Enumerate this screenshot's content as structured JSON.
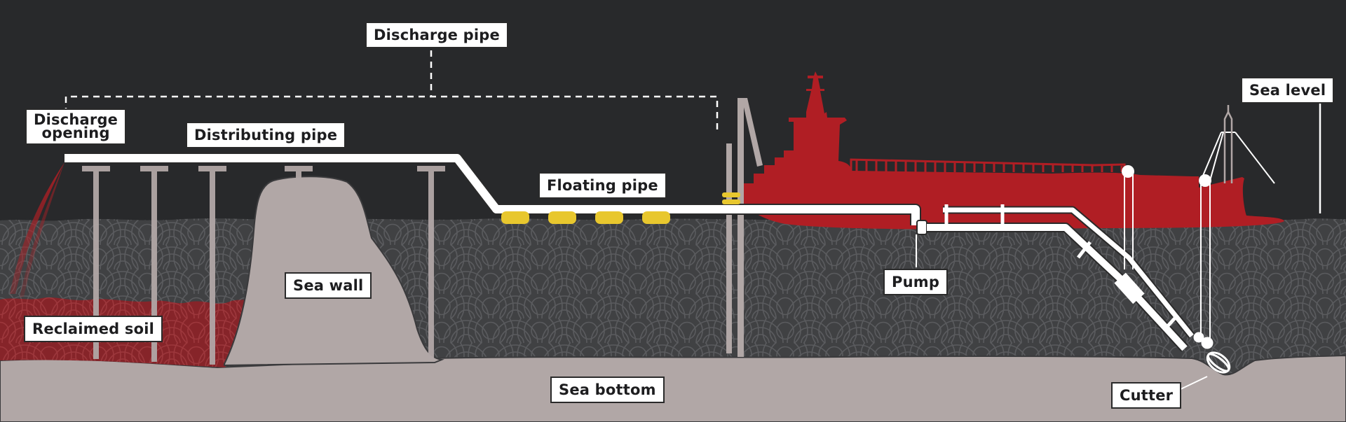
{
  "diagram": {
    "title": "Cutter suction dredger land reclamation",
    "colors": {
      "sky": "#28292b",
      "water": "#404143",
      "water_pattern": "#5a5b5e",
      "ground": "#b1a7a6",
      "ship": "#b01e24",
      "soil": "#8a2328",
      "pipe": "#ffffff",
      "float": "#e8c72e",
      "pile": "#b1a7a6"
    },
    "labels": {
      "discharge_pipe": "Discharge pipe",
      "discharge_opening_line1": "Discharge",
      "discharge_opening_line2": "opening",
      "distributing_pipe": "Distributing pipe",
      "floating_pipe": "Floating pipe",
      "sea_level": "Sea level",
      "sea_wall": "Sea wall",
      "reclaimed_soil": "Reclaimed soil",
      "pump": "Pump",
      "sea_bottom": "Sea bottom",
      "cutter": "Cutter"
    },
    "components": [
      {
        "id": "discharge-pipe",
        "icon": "dashed-bracket"
      },
      {
        "id": "distributing-pipe",
        "icon": "pipe"
      },
      {
        "id": "floating-pipe",
        "icon": "pipe-with-floats",
        "float_count": 4
      },
      {
        "id": "dredger-ship",
        "icon": "ship-silhouette"
      },
      {
        "id": "pump",
        "icon": "pump"
      },
      {
        "id": "ladder-pipe",
        "icon": "suction-pipe"
      },
      {
        "id": "cutter-head",
        "icon": "cutter"
      },
      {
        "id": "sea-wall",
        "icon": "mound"
      },
      {
        "id": "support-piles",
        "icon": "t-pile",
        "count": 5
      }
    ]
  }
}
